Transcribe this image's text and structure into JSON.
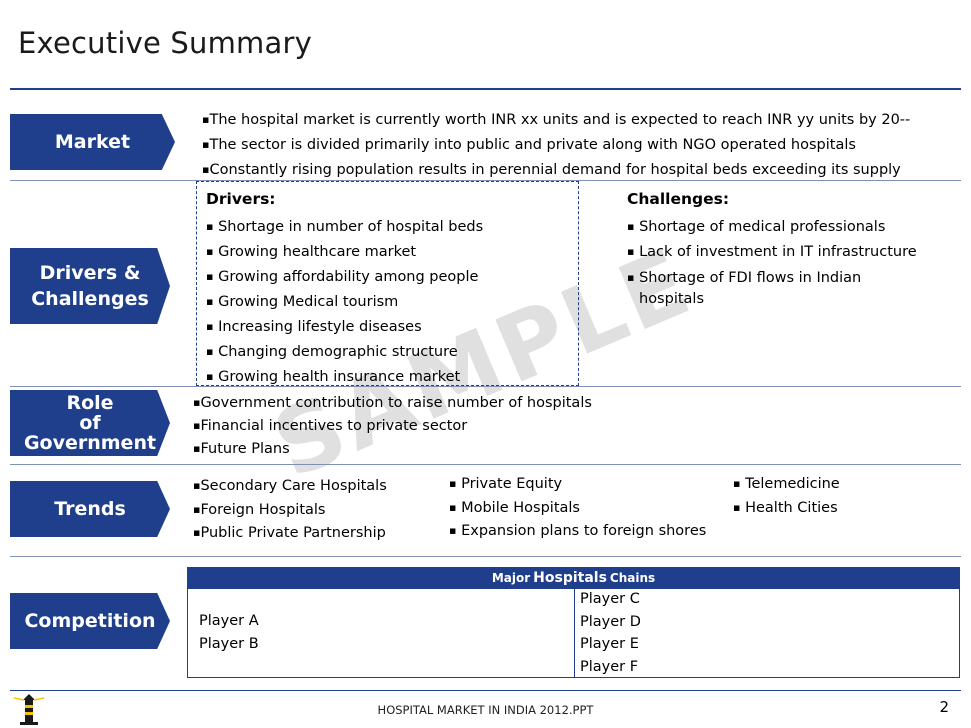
{
  "title": "Executive Summary",
  "watermark": "SAMPLE",
  "sections": {
    "market": {
      "label": "Market"
    },
    "drivers": {
      "label1": "Drivers &",
      "label2": "Challenges"
    },
    "government": {
      "label1": "Role",
      "label2": "of",
      "label3": "Government"
    },
    "trends": {
      "label": "Trends"
    },
    "competition": {
      "label": "Competition"
    }
  },
  "market_items": [
    "The hospital market is currently worth INR xx units and is expected to reach INR yy units by 20--",
    "The sector is divided primarily into public and private along with NGO operated hospitals",
    "Constantly rising population results in perennial demand for hospital beds exceeding its supply"
  ],
  "drivers": {
    "heading": "Drivers:",
    "items": [
      "Shortage in number of hospital beds",
      "Growing healthcare market",
      "Growing affordability among people",
      "Growing Medical tourism",
      "Increasing lifestyle diseases",
      "Changing demographic structure",
      "Growing health insurance market"
    ]
  },
  "challenges": {
    "heading": "Challenges:",
    "items": [
      "Shortage of medical professionals",
      "Lack of investment in IT infrastructure",
      "Shortage of FDI flows in Indian",
      "hospitals"
    ]
  },
  "government_items": [
    "Government contribution to raise number of hospitals",
    "Financial incentives to private sector",
    "Future Plans"
  ],
  "trends": {
    "col1": [
      "Secondary Care Hospitals",
      "Foreign Hospitals",
      "Public Private Partnership"
    ],
    "col2": [
      "Private Equity",
      "Mobile Hospitals",
      "Expansion plans to foreign shores"
    ],
    "col3": [
      "Telemedicine",
      "Health Cities"
    ]
  },
  "competition": {
    "header_pre": "Major",
    "header_mid": "Hospitals",
    "header_post": "Chains",
    "left": [
      "Player A",
      "Player B"
    ],
    "right": [
      "Player C",
      "Player D",
      "Player E",
      "Player F"
    ]
  },
  "footer": "HOSPITAL MARKET IN INDIA 2012.PPT",
  "page_number": "2",
  "bullet": "▪",
  "colors": {
    "accent": "#1f3f8c"
  }
}
